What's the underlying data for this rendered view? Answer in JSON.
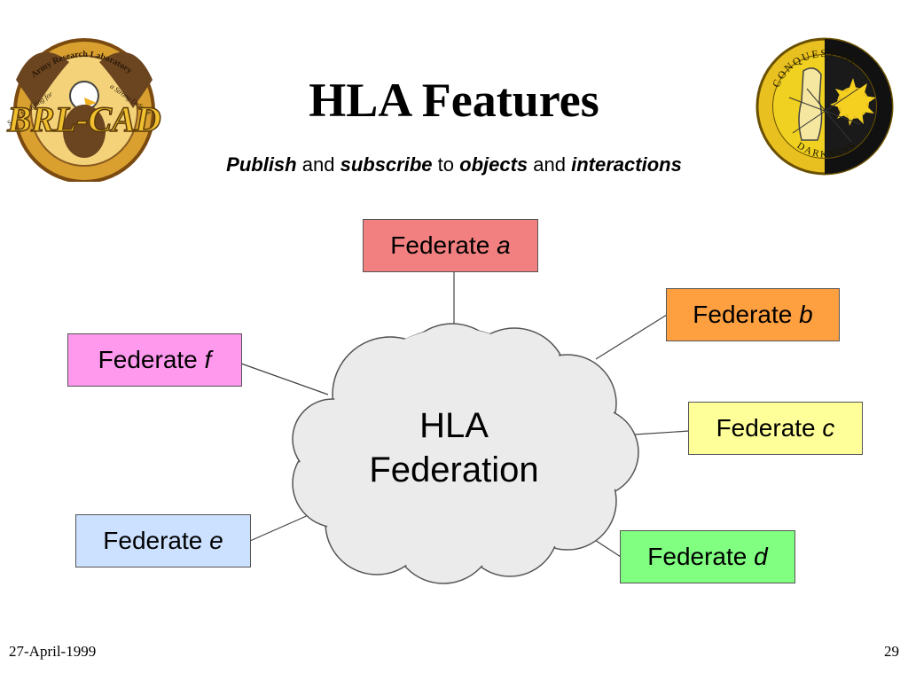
{
  "slide": {
    "title": "HLA Features",
    "subtitle": {
      "w1": "Publish",
      "w2": "and",
      "w3": "subscribe",
      "w4": "to",
      "w5": "objects",
      "w6": "and",
      "w7": "interactions"
    },
    "footer": {
      "date": "27-April-1999",
      "page": "29"
    }
  },
  "logos": {
    "left": {
      "icon": "eagle-emblem-icon",
      "arc_text": "Army Research Laboratory",
      "left_band": "Solid Modeling for",
      "right_band": "a Strong Defense",
      "wordmark": "BRL-CAD"
    },
    "right": {
      "icon": "sun-moon-seal-icon",
      "top_text": "CONQUEST OF",
      "bottom_text": "DARKNESS"
    }
  },
  "cloud": {
    "line1": "HLA",
    "line2": "Federation",
    "fill": "#ebebeb"
  },
  "federates": [
    {
      "prefix": "Federate",
      "letter": "a",
      "color": "#f28080"
    },
    {
      "prefix": "Federate",
      "letter": "b",
      "color": "#ffa040"
    },
    {
      "prefix": "Federate",
      "letter": "c",
      "color": "#ffff99"
    },
    {
      "prefix": "Federate",
      "letter": "d",
      "color": "#80ff80"
    },
    {
      "prefix": "Federate",
      "letter": "e",
      "color": "#cce0ff"
    },
    {
      "prefix": "Federate",
      "letter": "f",
      "color": "#ff99ee"
    }
  ]
}
